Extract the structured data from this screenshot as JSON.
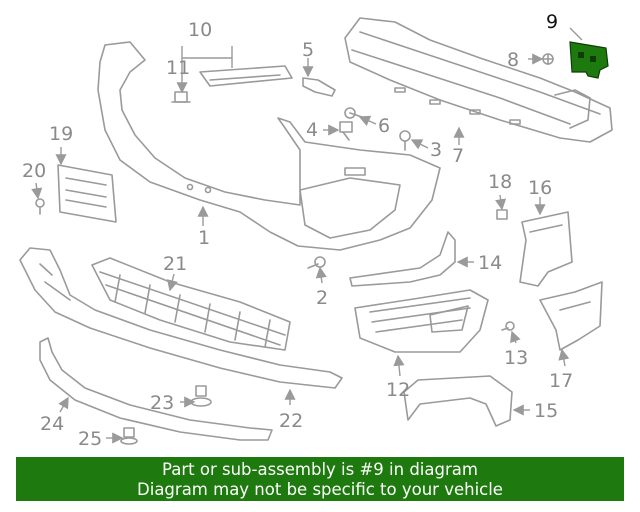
{
  "labels": {
    "p1": "1",
    "p2": "2",
    "p3": "3",
    "p4": "4",
    "p5": "5",
    "p6": "6",
    "p7": "7",
    "p8": "8",
    "p9": "9",
    "p10": "10",
    "p11": "11",
    "p12": "12",
    "p13": "13",
    "p14": "14",
    "p15": "15",
    "p16": "16",
    "p17": "17",
    "p18": "18",
    "p19": "19",
    "p20": "20",
    "p21": "21",
    "p22": "22",
    "p23": "23",
    "p24": "24",
    "p25": "25"
  },
  "highlight": {
    "part": "9",
    "color": "#1e7a0e"
  },
  "banner": {
    "line1": "Part or sub-assembly is #9 in diagram",
    "line2": "Diagram may not be specific to your vehicle",
    "bg_color": "#1e7a0e",
    "text_color": "#ffffff"
  }
}
